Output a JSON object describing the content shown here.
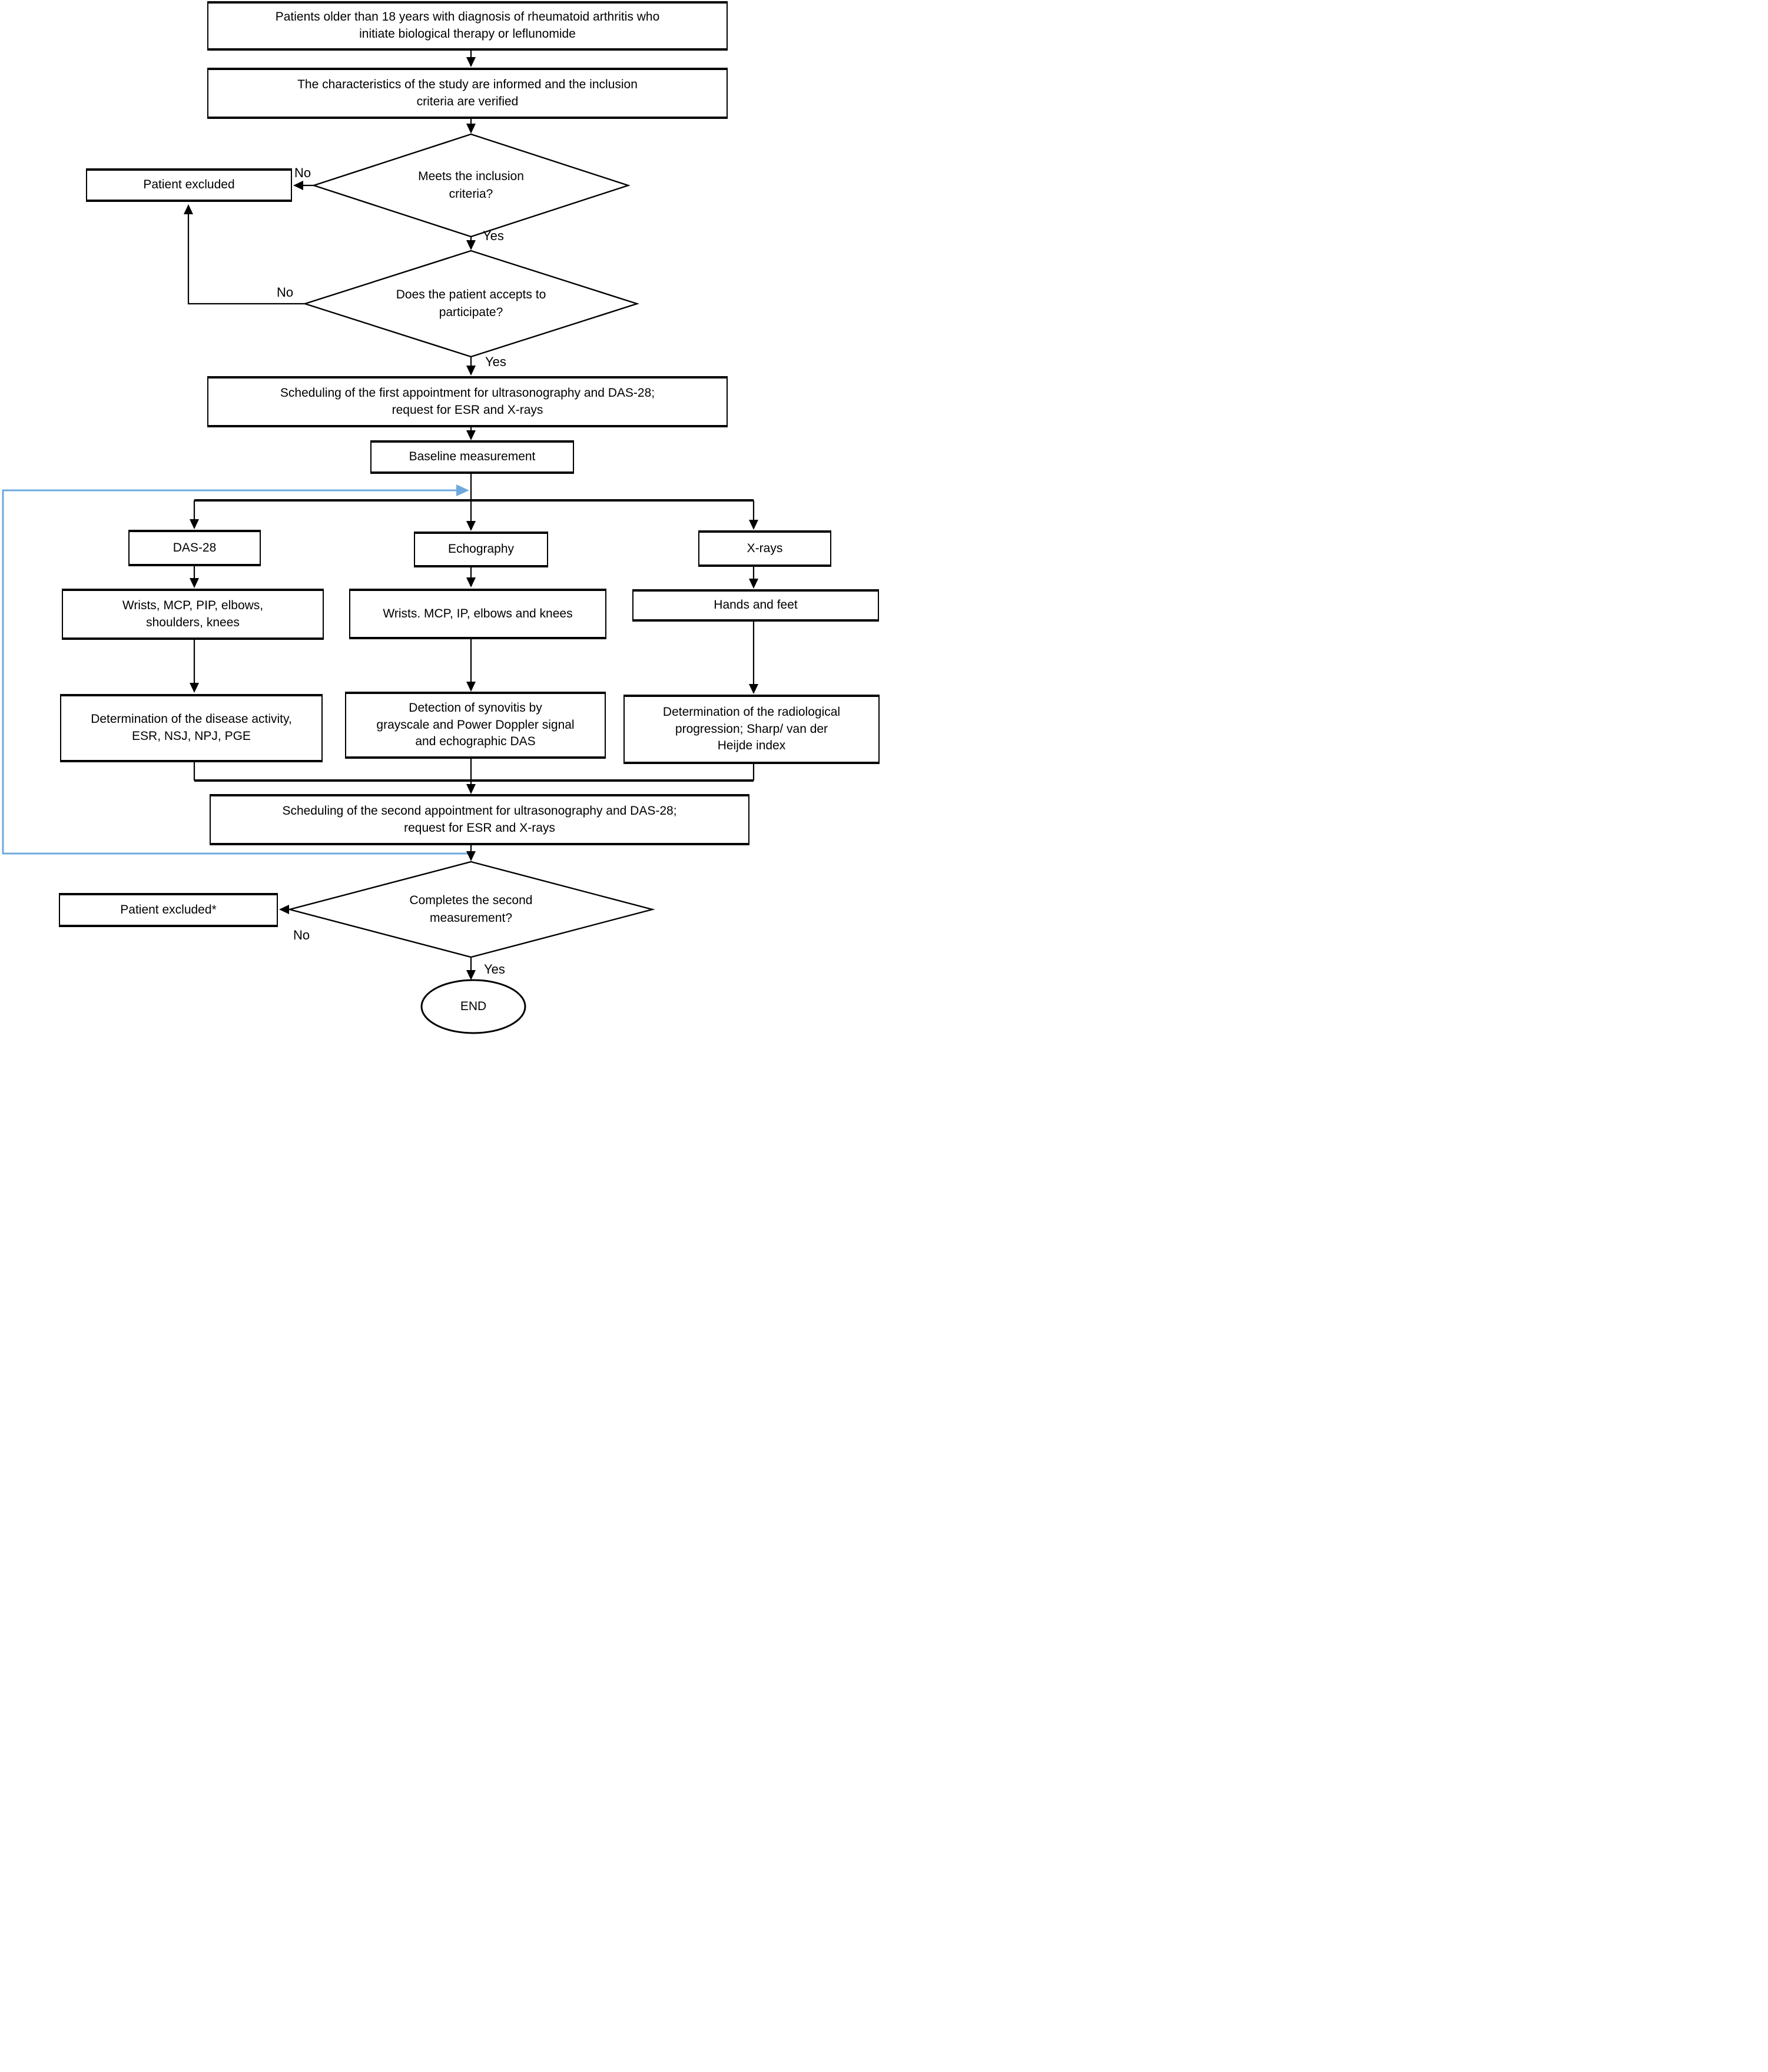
{
  "diagram": {
    "type": "flowchart",
    "colors": {
      "line": "#000000",
      "feedback_arrow": "#6fa8dc",
      "background": "#ffffff",
      "node_fill": "#ffffff"
    },
    "nodes": {
      "start": {
        "label": "Patients older than 18 years with diagnosis of rheumatoid arthritis who\ninitiate biological therapy or leflunomide"
      },
      "inform": {
        "label": "The characteristics of the study are informed and the inclusion\ncriteria are verified"
      },
      "decision_inclusion": {
        "label": "Meets the inclusion\ncriteria?"
      },
      "patient_excluded_1": {
        "label": "Patient excluded"
      },
      "decision_participate": {
        "label": "Does the patient accepts to\nparticipate?"
      },
      "schedule_first": {
        "label": "Scheduling of the first appointment for ultrasonography and DAS-28;\nrequest for ESR and X-rays"
      },
      "baseline": {
        "label": "Baseline measurement"
      },
      "das28": {
        "label": "DAS-28"
      },
      "echography": {
        "label": "Echography"
      },
      "xrays": {
        "label": "X-rays"
      },
      "das28_joints": {
        "label": "Wrists, MCP, PIP, elbows,\nshoulders, knees"
      },
      "echo_joints": {
        "label": "Wrists. MCP, IP, elbows and knees"
      },
      "xray_sites": {
        "label": "Hands and feet"
      },
      "das28_outcome": {
        "label": "Determination of the disease activity,\nESR, NSJ, NPJ, PGE"
      },
      "echo_outcome": {
        "label": "Detection of synovitis by\ngrayscale and Power Doppler signal\nand echographic DAS"
      },
      "xray_outcome": {
        "label": "Determination of the radiological\nprogression; Sharp/ van der\nHeijde index"
      },
      "schedule_second": {
        "label": "Scheduling of the second appointment for ultrasonography and DAS-28;\nrequest for ESR and X-rays"
      },
      "decision_second": {
        "label": "Completes the second\nmeasurement?"
      },
      "patient_excluded_2": {
        "label": "Patient excluded*"
      },
      "end": {
        "label": "END"
      }
    },
    "edge_labels": {
      "no_inclusion": "No",
      "yes_inclusion": "Yes",
      "no_participate": "No",
      "yes_participate": "Yes",
      "no_second": "No",
      "yes_second": "Yes"
    }
  }
}
